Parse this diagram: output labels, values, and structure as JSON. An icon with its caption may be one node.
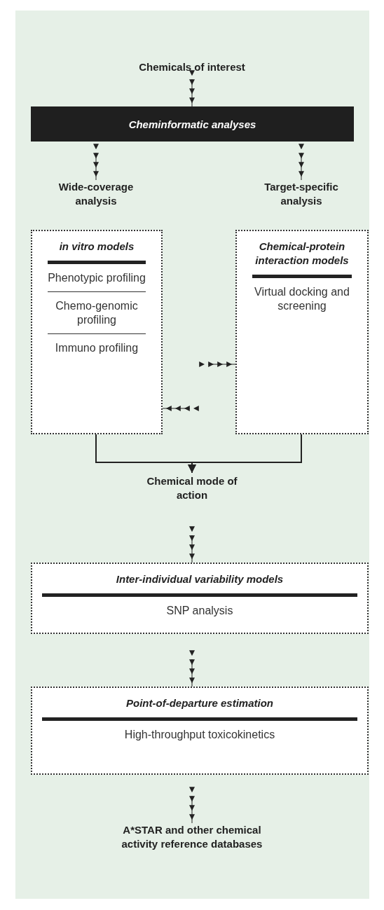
{
  "diagram": {
    "nodes": [
      {
        "text": [
          "Chemicals of interest"
        ]
      },
      {
        "text": [
          "Cheminformatic analyses"
        ]
      },
      {
        "text": [
          "Wide-coverage analysis"
        ]
      },
      {
        "text": [
          "Target-specific analysis"
        ]
      },
      {
        "text": [
          "in vitro models",
          "Phenotypic profiling",
          "Chemo-genomic profiling",
          "Immuno profiling"
        ]
      },
      {
        "text": [
          "Chemical-protein interaction models",
          "Virtual docking and screening"
        ]
      },
      {
        "text": [
          "Chemical mode of action"
        ]
      },
      {
        "text": [
          "Inter-individual variability models",
          "SNP analysis"
        ]
      },
      {
        "text": [
          "Point-of-departure estimation",
          "High-throughput toxicokinetics"
        ]
      },
      {
        "text": [
          "A*STAR and other chemical activity reference databases"
        ]
      }
    ],
    "edges": [
      {
        "from": 0,
        "to": 1,
        "arrow": "to",
        "style": "dashed"
      },
      {
        "from": 1,
        "to": 2,
        "arrow": "to",
        "style": "dashed"
      },
      {
        "from": 1,
        "to": 3,
        "arrow": "to",
        "style": "dashed"
      },
      {
        "from": 4,
        "to": 5,
        "arrow": "to",
        "style": "dashed"
      },
      {
        "from": 5,
        "to": 4,
        "arrow": "to",
        "style": "dashed"
      },
      {
        "from": 4,
        "to": 6,
        "arrow": "to"
      },
      {
        "from": 5,
        "to": 6,
        "arrow": "to"
      },
      {
        "from": 6,
        "to": 7,
        "arrow": "to",
        "style": "dashed"
      },
      {
        "from": 7,
        "to": 8,
        "arrow": "to",
        "style": "dashed"
      },
      {
        "from": 8,
        "to": 9,
        "arrow": "to",
        "style": "dashed"
      }
    ]
  }
}
